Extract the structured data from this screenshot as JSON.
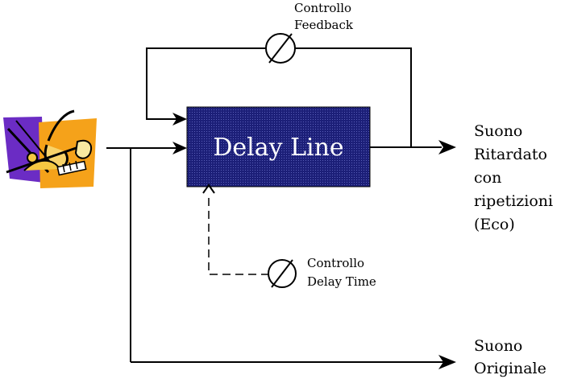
{
  "diagram": {
    "block": {
      "label": "Delay Line",
      "fill": "#1c1f78"
    },
    "feedback_control": {
      "line1": "Controllo",
      "line2": "Feedback"
    },
    "delay_control": {
      "line1": "Controllo",
      "line2": "Delay Time"
    },
    "output_delayed": {
      "lines": [
        "Suono",
        "Ritardato",
        "con",
        "ripetizioni",
        "(Eco)"
      ]
    },
    "output_original": {
      "lines": [
        "Suono",
        "Originale"
      ]
    },
    "input_icon": "musical-instruments-clipart",
    "colors": {
      "clip_purple": "#6b2cc4",
      "clip_orange": "#f5a21a",
      "stroke": "#000000"
    }
  }
}
